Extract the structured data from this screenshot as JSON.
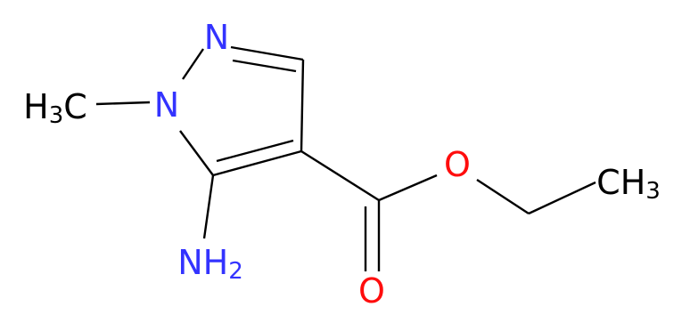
{
  "molecule": {
    "atoms": {
      "n2": {
        "text": "N",
        "color": "#3333ff"
      },
      "n1": {
        "text": "N",
        "color": "#3333ff"
      },
      "o_ether": {
        "text": "O",
        "color": "#ff0d0d"
      },
      "o_carbonyl": {
        "text": "O",
        "color": "#ff0d0d"
      },
      "nh2": {
        "main": "NH",
        "sub": "2",
        "color": "#3333ff"
      },
      "ch3_left": {
        "main": "H",
        "sub": "3",
        "tail": "C",
        "color": "#000000"
      },
      "ch3_right": {
        "main": "CH",
        "sub": "3",
        "color": "#000000"
      }
    },
    "bond_color": "#000000"
  }
}
